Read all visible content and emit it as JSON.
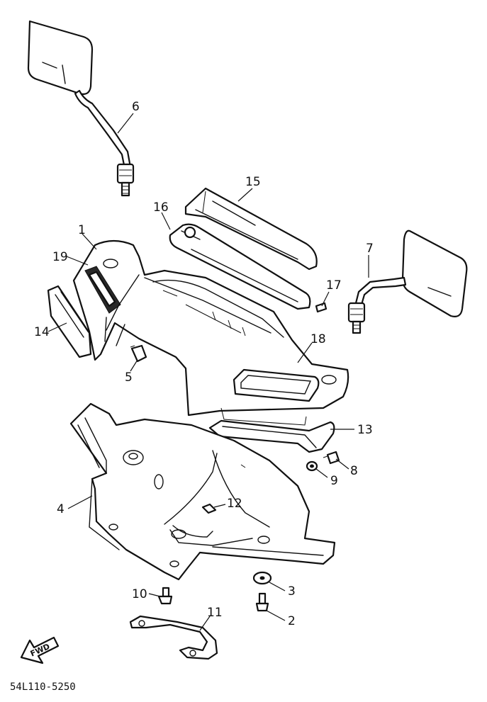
{
  "diagram": {
    "drawing_code": "54L110-5250",
    "direction_label": "FWD",
    "callouts": {
      "p1": "1",
      "p2": "2",
      "p3": "3",
      "p4": "4",
      "p5": "5",
      "p6": "6",
      "p7": "7",
      "p8": "8",
      "p9": "9",
      "p10": "10",
      "p11": "11",
      "p12": "12",
      "p13": "13",
      "p14": "14",
      "p15": "15",
      "p16": "16",
      "p17": "17",
      "p18": "18",
      "p19": "19"
    }
  }
}
